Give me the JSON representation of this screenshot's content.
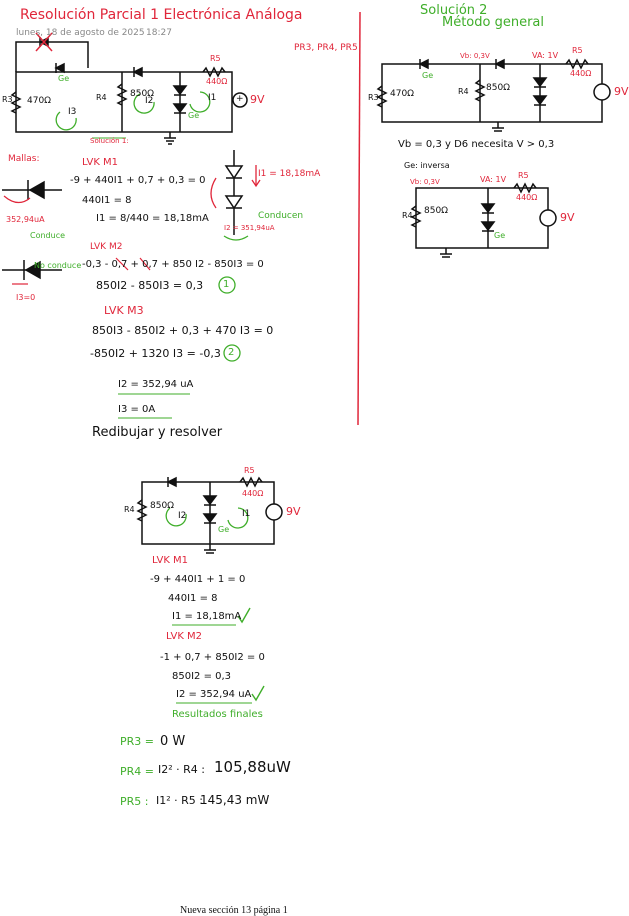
{
  "header": {
    "title": "Resolución Parcial 1 Electrónica Análoga",
    "date": "lunes, 18 de agosto de 2025",
    "time": "18:27"
  },
  "left": {
    "pr_labels": "PR3, PR4, PR5",
    "circuit1": {
      "r3": "470Ω",
      "r4": "850Ω",
      "r5": "R5",
      "r5_val": "440Ω",
      "src": "9V",
      "i1": "I1",
      "i2": "I2",
      "i3": "I3",
      "ge_a": "Ge",
      "ge_b": "Ge"
    },
    "solucion1": "Solución 1:",
    "mallas": "Mallas:",
    "d1_current": "352,94uA",
    "d1_state": "Conduce",
    "d2_state": "No conduce",
    "d2_current": "I3=0",
    "lvk_m1": "LVK M1",
    "m1_eq1": "-9 + 440I1 + 0,7 + 0,3 = 0",
    "m1_eq2": "440I1 = 8",
    "m1_eq3": "I1 = 8/440 = 18,18mA",
    "diode_stack_i1": "I1 = 18,18mA",
    "diode_stack_i2": "I2 = 351,94uA",
    "conducen": "Conducen",
    "lvk_m2": "LVK M2",
    "m2_eq1": "-0,3 - 0,7 + 0,7 + 850 I2 - 850I3 = 0",
    "m2_eq2": "850I2 - 850I3 = 0,3",
    "m2_mark": "1",
    "lvk_m3": "LVK M3",
    "m3_eq1": "850I3 - 850I2 + 0,3 + 470 I3 = 0",
    "m3_eq2": "-850I2 + 1320 I3 = -0,3",
    "m3_mark": "2",
    "res_i2": "I2 = 352,94 uA",
    "res_i3": "I3 = 0A",
    "redibujar": "Redibujar y resolver"
  },
  "bottom": {
    "circuit": {
      "r4": "850Ω",
      "r5": "R5",
      "r5_val": "440Ω",
      "src": "9V",
      "i1": "I1",
      "i2": "I2",
      "ge": "Ge"
    },
    "lvk_m1": "LVK M1",
    "m1_eq1": "-9 + 440I1 + 1 = 0",
    "m1_eq2": "440I1 = 8",
    "m1_eq3": "I1 = 18,18mA",
    "lvk_m2": "LVK M2",
    "m2_eq1": "-1 + 0,7 + 850I2 = 0",
    "m2_eq2": "850I2 = 0,3",
    "m2_eq3": "I2 = 352,94 uA",
    "resultados": "Resultados finales",
    "pr3_lbl": "PR3 =",
    "pr3_val": "0 W",
    "pr4_lbl": "PR4 =",
    "pr4_expr": "I2² · R4 :",
    "pr4_val": "105,88uW",
    "pr5_lbl": "PR5 :",
    "pr5_expr": "I1² · R5 :",
    "pr5_val": "145,43 mW"
  },
  "right": {
    "solucion2": "Solución 2",
    "metodo": "Método general",
    "vb": "Vb: 0,3V",
    "va": "VA: 1V",
    "r5": "R5",
    "r5_val": "440Ω",
    "r3": "470Ω",
    "r4": "850Ω",
    "src": "9V",
    "ge": "Ge",
    "statement": "Vb = 0,3  y  D6 necesita V > 0,3",
    "ge_inversa": "Ge: inversa",
    "vb2": "Vb: 0,3V",
    "va2": "VA: 1V",
    "r5_2": "R5",
    "r5_val2": "440Ω",
    "r4_2": "850Ω",
    "src2": "9V",
    "ge2": "Ge"
  },
  "footer": "Nueva sección 13 página 1",
  "colors": {
    "ink": "#111111",
    "red": "#e0263a",
    "green": "#3fae2a"
  }
}
